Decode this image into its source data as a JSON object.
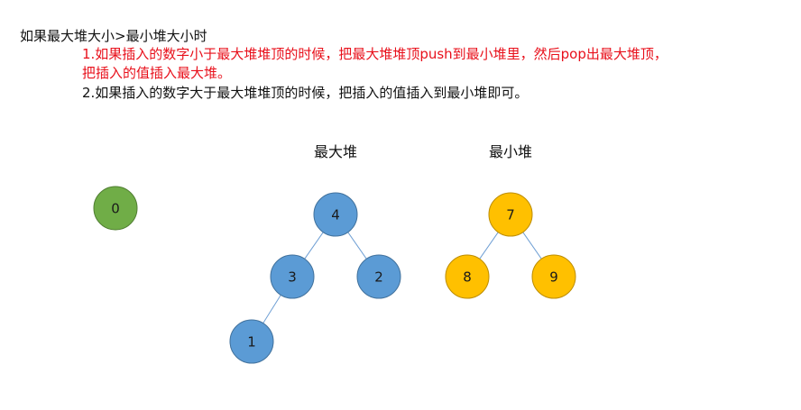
{
  "heading": "如果最大堆大小>最小堆大小时",
  "rules": [
    "1.如果插入的数字小于最大堆堆顶的时候，把最大堆堆顶push到最小堆里，然后pop出最大堆顶，",
    "把插入的值插入最大堆。",
    "2.如果插入的数字大于最大堆堆顶的时候，把插入的值插入到最小堆即可。"
  ],
  "colors": {
    "rule_highlight": "#e8101b",
    "new_node": "#70ad47",
    "max_heap_node": "#5b9bd5",
    "min_heap_node": "#ffc000"
  },
  "new_node": {
    "label": "0"
  },
  "max_heap": {
    "title": "最大堆",
    "nodes": [
      "4",
      "3",
      "2",
      "1"
    ],
    "edges": [
      [
        0,
        1
      ],
      [
        0,
        2
      ],
      [
        1,
        3
      ]
    ]
  },
  "min_heap": {
    "title": "最小堆",
    "nodes": [
      "7",
      "8",
      "9"
    ],
    "edges": [
      [
        0,
        1
      ],
      [
        0,
        2
      ]
    ]
  }
}
